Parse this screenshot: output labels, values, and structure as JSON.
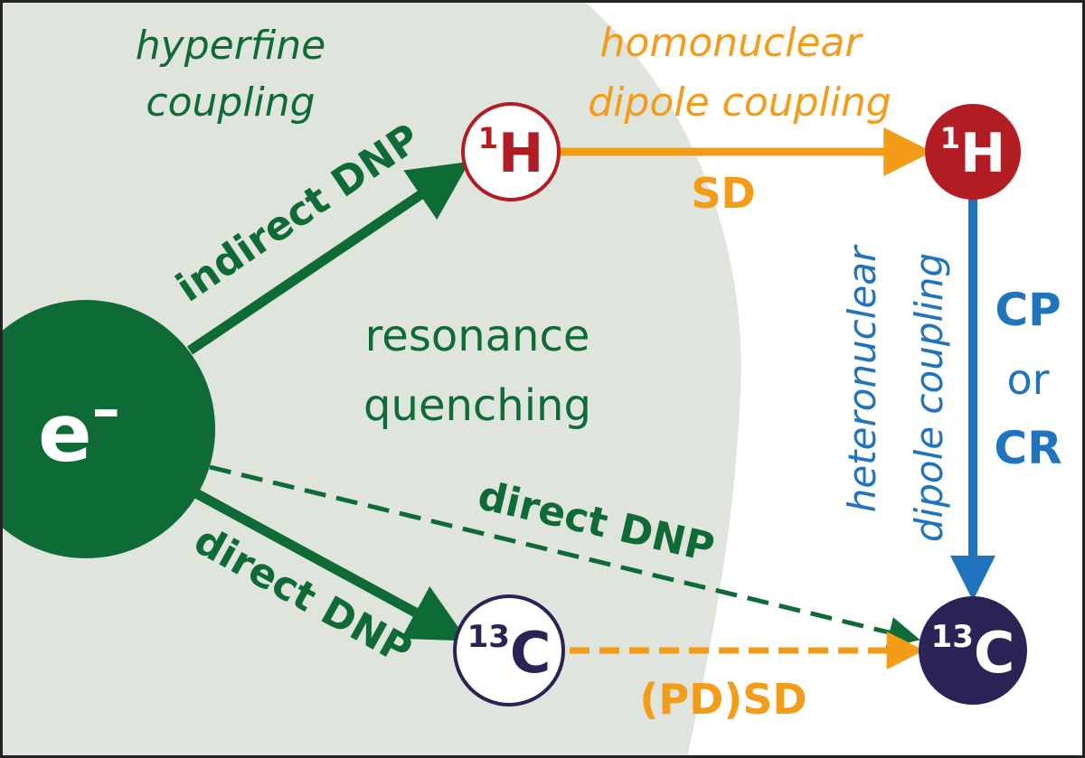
{
  "colors": {
    "green": "#0f6b35",
    "region": "#dfe5dc",
    "orange": "#f39c1a",
    "red": "#b21d24",
    "navy": "#2a2456",
    "blue": "#1f74bd",
    "frame": "#222222"
  },
  "labels": {
    "hyperfine_1": "hyperfine",
    "hyperfine_2": "coupling",
    "homo_1": "homonuclear",
    "homo_2": "dipole coupling",
    "sd": "SD",
    "hetero_1": "heteronuclear",
    "hetero_2": "dipole coupling",
    "cp": "CP",
    "or": "or",
    "cr": "CR",
    "indirect_dnp": "indirect DNP",
    "resonance_1": "resonance",
    "resonance_2": "quenching",
    "direct_dnp_upper": "direct DNP",
    "direct_dnp_lower": "direct DNP",
    "pdsd": "(PD)SD"
  },
  "nodes": {
    "electron": {
      "base": "e",
      "sup": "–"
    },
    "h1_left": {
      "sup": "1",
      "base": "H"
    },
    "h1_right": {
      "sup": "1",
      "base": "H"
    },
    "c13_left": {
      "sup": "13",
      "base": "C"
    },
    "c13_right": {
      "sup": "13",
      "base": "C"
    }
  }
}
